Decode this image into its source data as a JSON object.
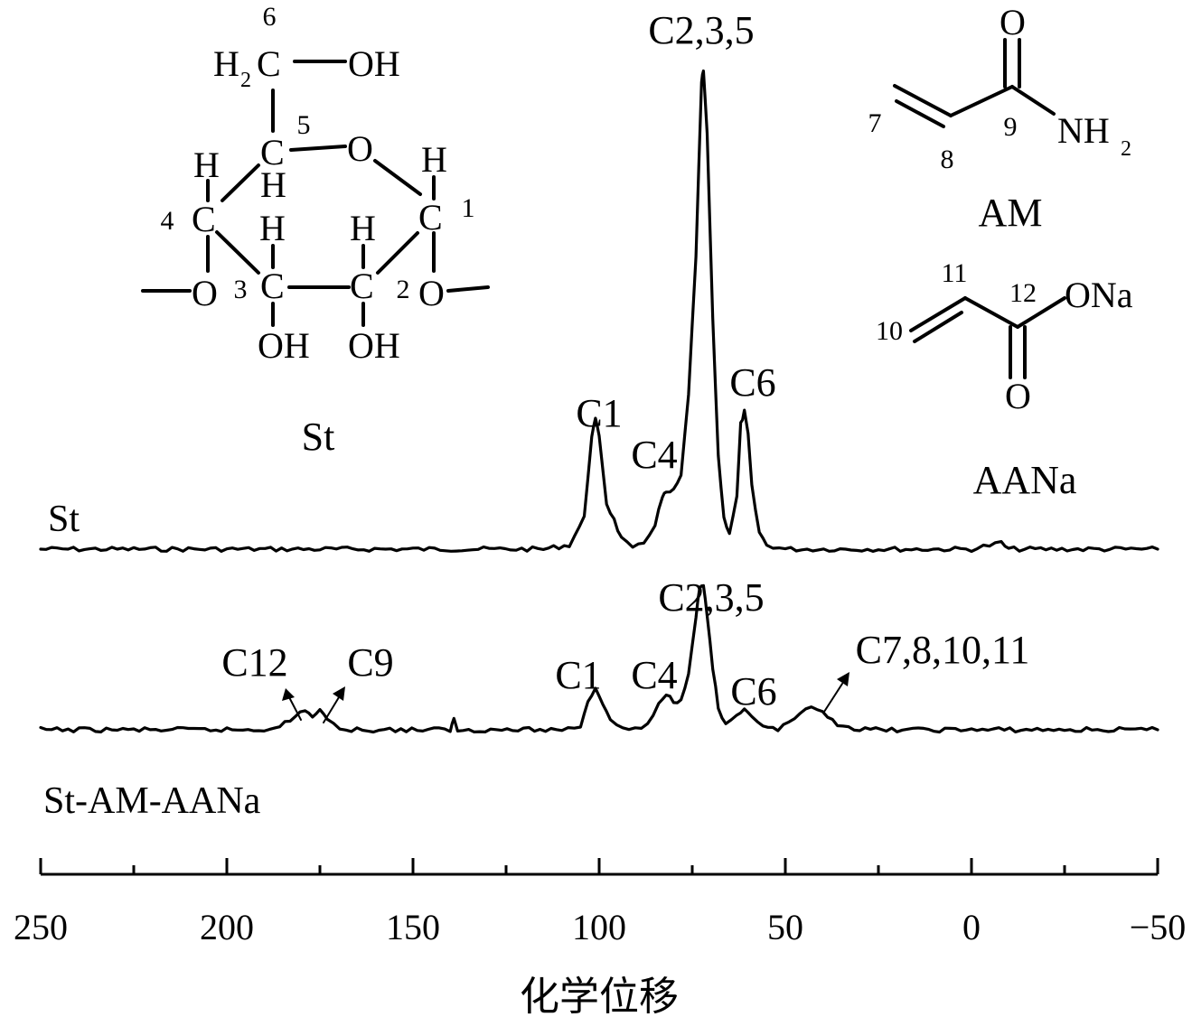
{
  "chart_data": {
    "type": "line",
    "xlabel": "化学位移",
    "ylabel": "",
    "xlim": [
      250,
      -50
    ],
    "x_reversed": true,
    "x_ticks": [
      {
        "value": 250,
        "label": "250"
      },
      {
        "value": 200,
        "label": "200"
      },
      {
        "value": 150,
        "label": "150"
      },
      {
        "value": 100,
        "label": "100"
      },
      {
        "value": 50,
        "label": "50"
      },
      {
        "value": 0,
        "label": "0"
      },
      {
        "value": -50,
        "label": "−50"
      }
    ],
    "minor_ticks": [
      225,
      175,
      125,
      75,
      25,
      -25
    ],
    "grid": false,
    "series": [
      {
        "name": "St",
        "baseline_offset": 1.0,
        "points": [
          [
            250,
            0.0
          ],
          [
            200,
            0.0
          ],
          [
            150,
            0.0
          ],
          [
            115,
            0.0
          ],
          [
            108,
            0.02
          ],
          [
            104,
            0.15
          ],
          [
            102,
            0.55
          ],
          [
            101,
            0.62
          ],
          [
            100,
            0.55
          ],
          [
            98,
            0.22
          ],
          [
            96,
            0.14
          ],
          [
            94,
            0.05
          ],
          [
            91,
            0.0
          ],
          [
            88,
            0.03
          ],
          [
            85,
            0.12
          ],
          [
            83,
            0.25
          ],
          [
            82,
            0.27
          ],
          [
            80,
            0.28
          ],
          [
            78,
            0.35
          ],
          [
            76,
            0.75
          ],
          [
            74,
            1.4
          ],
          [
            72.5,
            2.25
          ],
          [
            72,
            2.3
          ],
          [
            71,
            2.0
          ],
          [
            69.5,
            1.1
          ],
          [
            68,
            0.45
          ],
          [
            66.5,
            0.15
          ],
          [
            65,
            0.08
          ],
          [
            63,
            0.25
          ],
          [
            62,
            0.6
          ],
          [
            61,
            0.66
          ],
          [
            60,
            0.55
          ],
          [
            59,
            0.3
          ],
          [
            57,
            0.08
          ],
          [
            55,
            0.02
          ],
          [
            50,
            0.0
          ],
          [
            0,
            0.0
          ],
          [
            -8,
            0.03
          ],
          [
            -10,
            0.0
          ],
          [
            -40,
            0.0
          ],
          [
            -50,
            0.0
          ]
        ],
        "peaks": [
          {
            "x": 101,
            "label": "C1"
          },
          {
            "x": 80,
            "label": "C4"
          },
          {
            "x": 72,
            "label": "C2,3,5"
          },
          {
            "x": 61,
            "label": "C6"
          }
        ]
      },
      {
        "name": "St-AM-AANa",
        "baseline_offset": 0.0,
        "points": [
          [
            250,
            0.0
          ],
          [
            200,
            0.0
          ],
          [
            190,
            0.0
          ],
          [
            183,
            0.04
          ],
          [
            179,
            0.1
          ],
          [
            177,
            0.06
          ],
          [
            175,
            0.1
          ],
          [
            173,
            0.04
          ],
          [
            168,
            0.0
          ],
          [
            140,
            0.0
          ],
          [
            139,
            0.05
          ],
          [
            138,
            0.0
          ],
          [
            110,
            0.0
          ],
          [
            105,
            0.02
          ],
          [
            103,
            0.14
          ],
          [
            101,
            0.2
          ],
          [
            99,
            0.13
          ],
          [
            97,
            0.04
          ],
          [
            92,
            0.0
          ],
          [
            87,
            0.02
          ],
          [
            84,
            0.12
          ],
          [
            82,
            0.17
          ],
          [
            80,
            0.14
          ],
          [
            78,
            0.14
          ],
          [
            76,
            0.28
          ],
          [
            74,
            0.55
          ],
          [
            73,
            0.68
          ],
          [
            72,
            0.7
          ],
          [
            71,
            0.55
          ],
          [
            69.5,
            0.3
          ],
          [
            68,
            0.1
          ],
          [
            66,
            0.02
          ],
          [
            63,
            0.06
          ],
          [
            61,
            0.09
          ],
          [
            59,
            0.07
          ],
          [
            56,
            0.01
          ],
          [
            52,
            0.0
          ],
          [
            49,
            0.03
          ],
          [
            46,
            0.08
          ],
          [
            43,
            0.1
          ],
          [
            40,
            0.08
          ],
          [
            36,
            0.03
          ],
          [
            30,
            0.0
          ],
          [
            0,
            0.0
          ],
          [
            -50,
            0.0
          ]
        ],
        "peaks": [
          {
            "x": 101,
            "label": "C1"
          },
          {
            "x": 82,
            "label": "C4"
          },
          {
            "x": 72,
            "label": "C2,3,5"
          },
          {
            "x": 61,
            "label": "C6"
          },
          {
            "x": 179,
            "label": "C12"
          },
          {
            "x": 175,
            "label": "C9"
          },
          {
            "x": 43,
            "label": "C7,8,10,11"
          }
        ]
      }
    ]
  },
  "structures": {
    "starch": {
      "name": "St",
      "atoms": {
        "h2c": "H",
        "h2sub": "2",
        "c6": "C",
        "oh6": "OH",
        "n6": "6",
        "c5": "C",
        "n5": "5",
        "o_ring": "O",
        "h5": "H",
        "h4": "H",
        "c4": "C",
        "n4": "4",
        "h1": "H",
        "c1": "C",
        "n1": "1",
        "h3": "H",
        "c3": "C",
        "n3": "3",
        "h2": "H",
        "c2": "C",
        "n2": "2",
        "o4": "O",
        "o1": "O",
        "oh3": "OH",
        "oh2": "OH"
      }
    },
    "am": {
      "name": "AM",
      "atoms": {
        "o": "O",
        "nh": "NH",
        "nh_sub": "2",
        "n7": "7",
        "n8": "8",
        "n9": "9"
      }
    },
    "aana": {
      "name": "AANa",
      "atoms": {
        "ona": "ONa",
        "o": "O",
        "n10": "10",
        "n11": "11",
        "n12": "12"
      }
    }
  },
  "annotations": {
    "st_label": "St",
    "st_am_aana_label": "St-AM-AANa"
  }
}
